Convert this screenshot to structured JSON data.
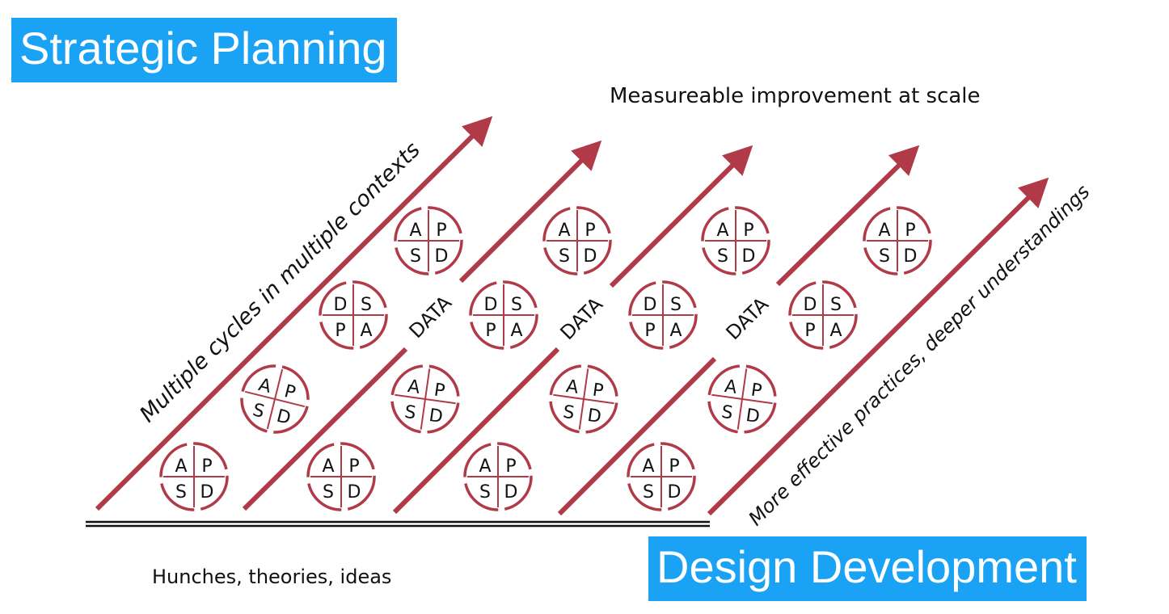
{
  "banners": {
    "top": "Strategic Planning",
    "bottom": "Design Development"
  },
  "labels": {
    "top_caption": "Measureable improvement at scale",
    "bottom_caption": "Hunches, theories, ideas",
    "left_diagonal": "Multiple cycles in multiple contexts",
    "right_diagonal": "More effective practices, deeper understandings",
    "data_label": "DATA"
  },
  "cycle_apsd": [
    "A",
    "P",
    "S",
    "D"
  ],
  "cycle_dspa": [
    "D",
    "S",
    "P",
    "A"
  ],
  "colors": {
    "arrow": "#b03a48",
    "banner": "#1aa3f5",
    "banner_text": "#ffffff",
    "text": "#111111"
  }
}
